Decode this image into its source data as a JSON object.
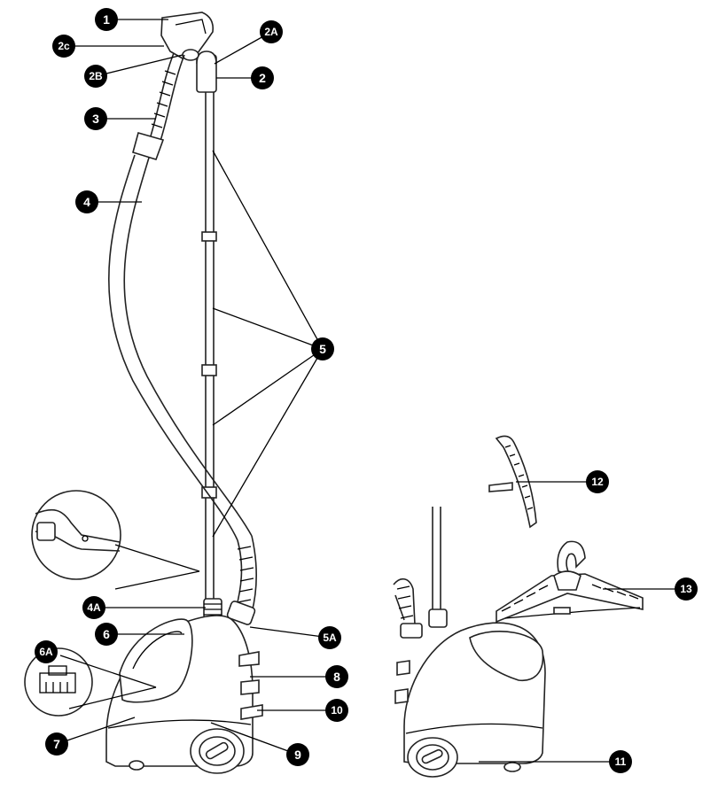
{
  "callouts": [
    {
      "id": "c1",
      "label": "1"
    },
    {
      "id": "c2c",
      "label": "2c"
    },
    {
      "id": "c2a",
      "label": "2A"
    },
    {
      "id": "c2b",
      "label": "2B"
    },
    {
      "id": "c2",
      "label": "2"
    },
    {
      "id": "c3",
      "label": "3"
    },
    {
      "id": "c4",
      "label": "4"
    },
    {
      "id": "c5",
      "label": "5"
    },
    {
      "id": "c4a",
      "label": "4A"
    },
    {
      "id": "c6",
      "label": "6"
    },
    {
      "id": "c5a",
      "label": "5A"
    },
    {
      "id": "c6a",
      "label": "6A"
    },
    {
      "id": "c8",
      "label": "8"
    },
    {
      "id": "c10",
      "label": "10"
    },
    {
      "id": "c7",
      "label": "7"
    },
    {
      "id": "c9",
      "label": "9"
    },
    {
      "id": "c11",
      "label": "11"
    },
    {
      "id": "c12",
      "label": "12"
    },
    {
      "id": "c13",
      "label": "13"
    }
  ]
}
